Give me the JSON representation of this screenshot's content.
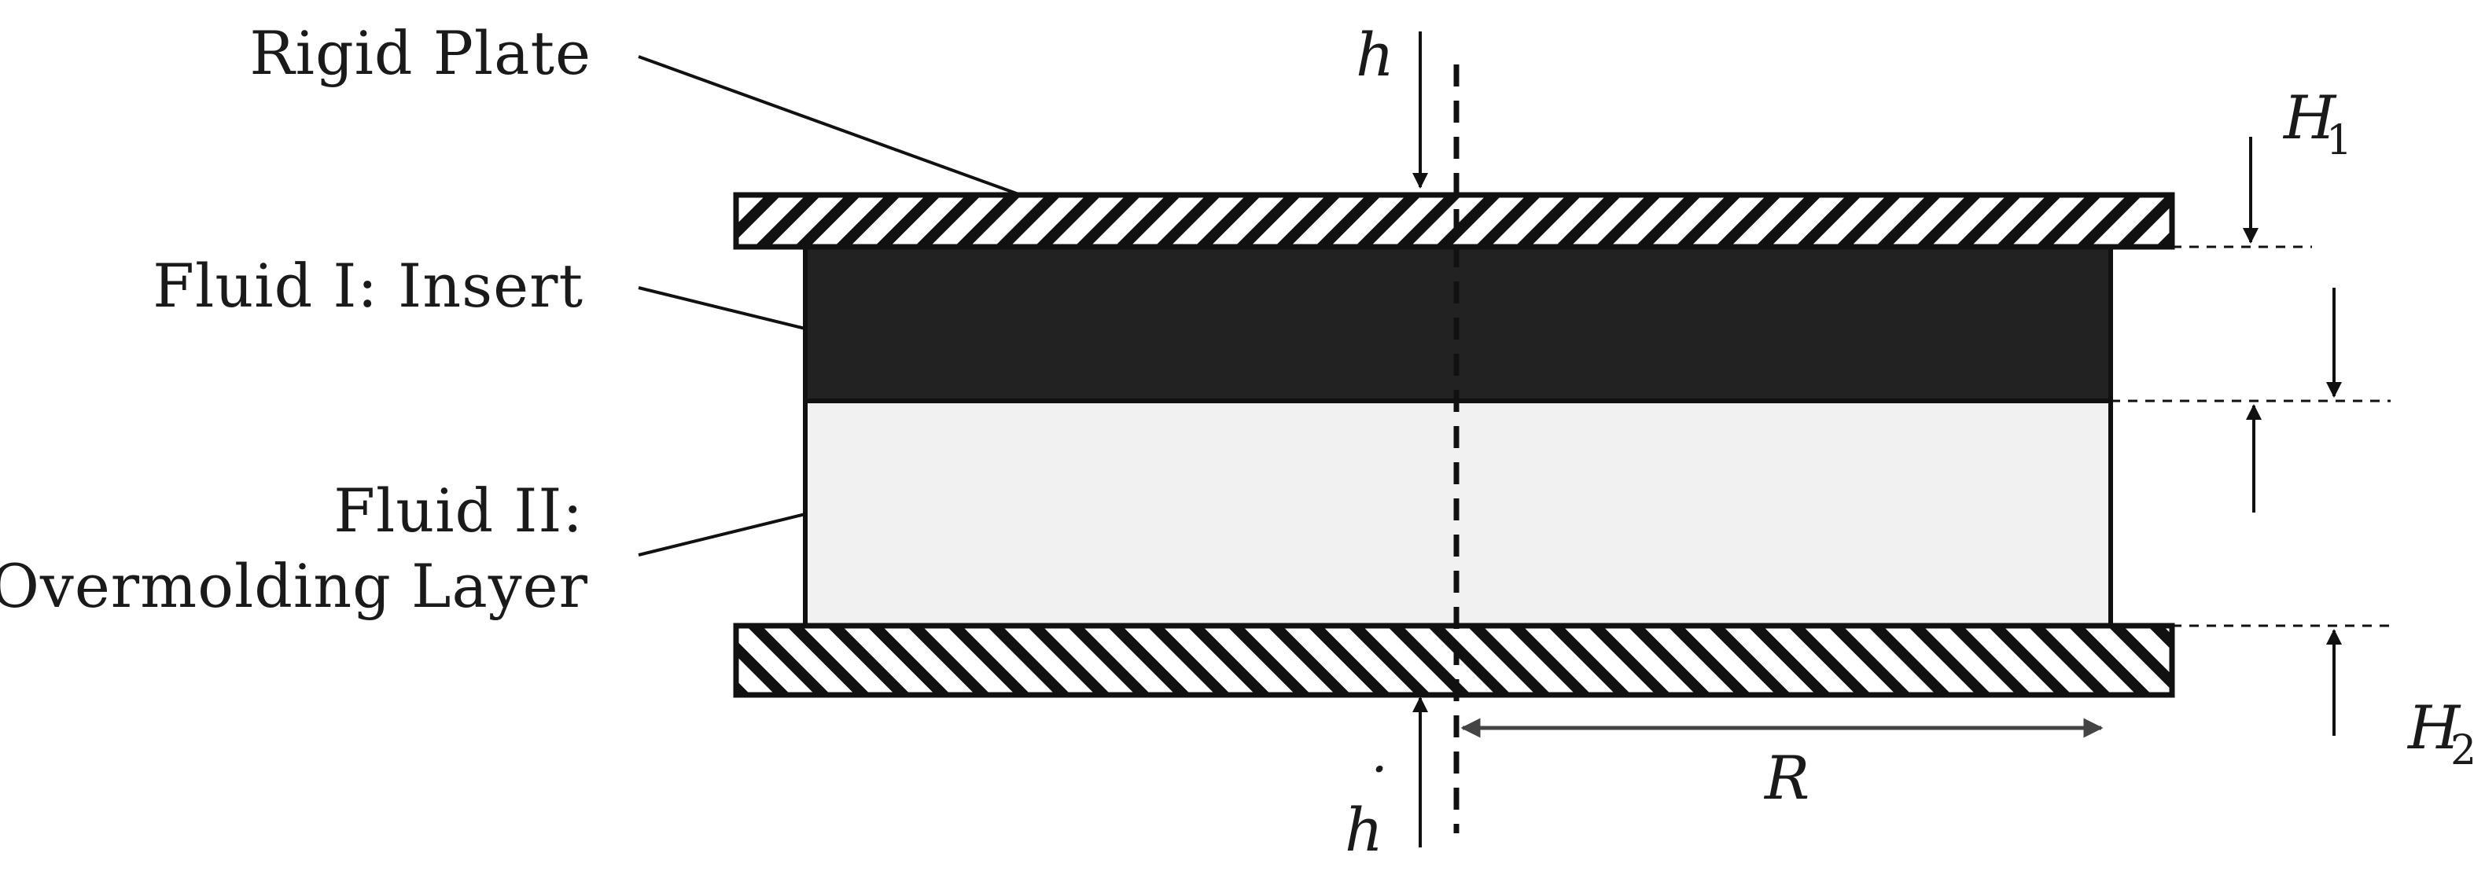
{
  "labels": {
    "rigid_plate": "Rigid Plate",
    "fluid_one": "Fluid I: Insert",
    "fluid_two_line1": "Fluid II:",
    "fluid_two_line2": "Overmolding Layer"
  },
  "symbols": {
    "h_dot": "h",
    "h_dot_dot": "˙",
    "H1_base": "H",
    "H1_sub": "1",
    "H2_base": "H",
    "H2_sub": "2",
    "R": "R"
  },
  "colors": {
    "line": "#111111",
    "insert_fill": "#222222",
    "overmold_fill": "#f1f1f1",
    "plate_fill": "#ffffff",
    "dim_arrow": "#444444"
  }
}
